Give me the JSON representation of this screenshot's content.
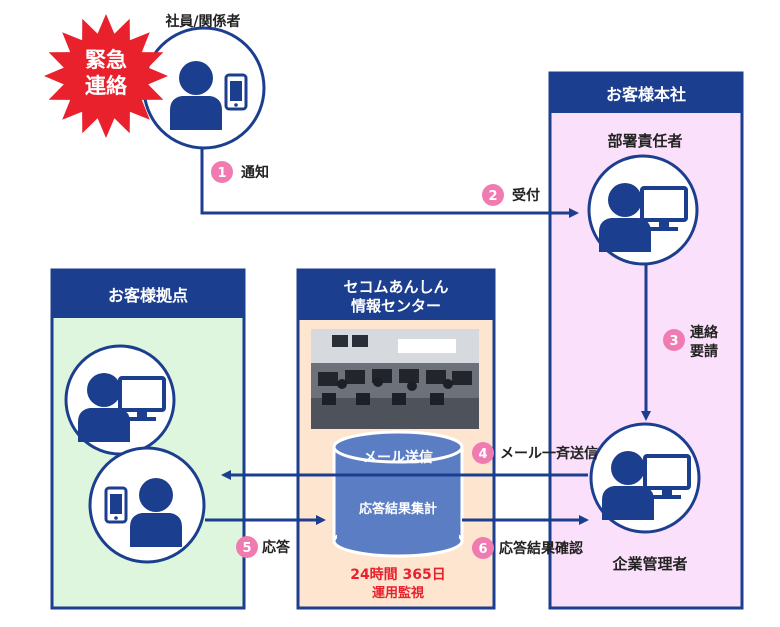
{
  "emergency": {
    "line1": "緊急",
    "line2": "連絡",
    "color": "#e8212c"
  },
  "employee": {
    "label": "社員/関係者"
  },
  "hq": {
    "title": "お客様本社",
    "dept_head": "部署責任者",
    "admin": "企業管理者"
  },
  "branch": {
    "title": "お客様拠点"
  },
  "center": {
    "title_line1": "セコムあんしん",
    "title_line2": "情報センター",
    "db_top": "メール送信",
    "db_body": "応答結果集計",
    "monitor_line1": "24時間 365日",
    "monitor_line2": "運用監視"
  },
  "steps": [
    {
      "num": "1",
      "label": "通知"
    },
    {
      "num": "2",
      "label": "受付"
    },
    {
      "num": "3",
      "label_line1": "連絡",
      "label_line2": "要請"
    },
    {
      "num": "4",
      "label": "メール一斉送信"
    },
    {
      "num": "5",
      "label": "応答"
    },
    {
      "num": "6",
      "label": "応答結果確認"
    }
  ],
  "colors": {
    "navy": "#1c3e8f",
    "pink_panel": "#fbe0fb",
    "green_panel": "#ddf6dd",
    "peach_panel": "#fde5cf",
    "step_badge": "#f07bb1",
    "db_fill": "#5a7dc4",
    "monitor_text": "#e8212c"
  },
  "icons": {
    "person": "person-silhouette-icon",
    "computer": "computer-monitor-icon",
    "phone": "smartphone-icon",
    "photo": "monitoring-room-photo"
  }
}
